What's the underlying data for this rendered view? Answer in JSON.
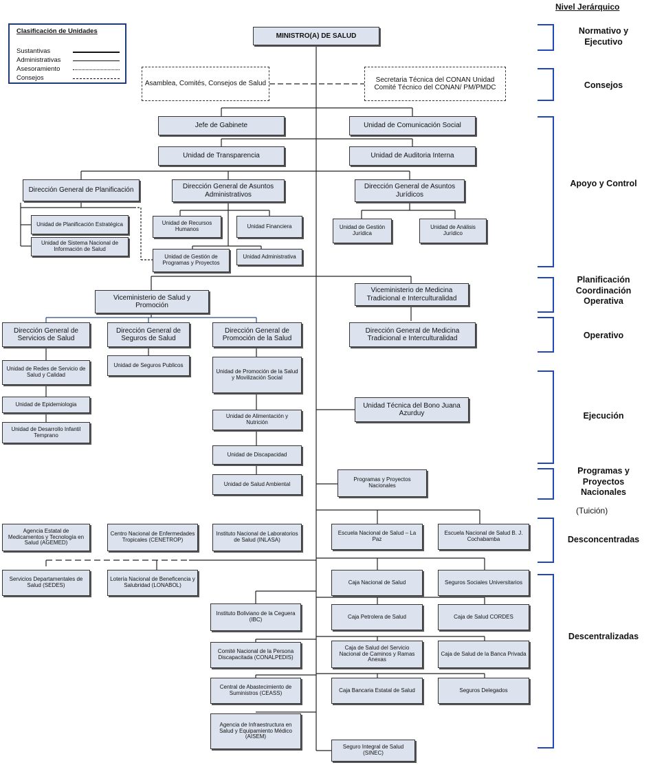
{
  "legend": {
    "title": "Clasificación de Unidades",
    "items": [
      "Sustantivas",
      "Administrativas",
      "Asesoramiento",
      "Consejos"
    ]
  },
  "levels": {
    "header": "Nivel Jerárquico",
    "normativo": "Normativo y Ejecutivo",
    "consejos": "Consejos",
    "apoyo": "Apoyo y Control",
    "planificacion": "Planificación Coordinación Operativa",
    "operativo": "Operativo",
    "ejecucion": "Ejecución",
    "programas": "Programas y Proyectos Nacionales",
    "tuicion": "(Tuición)",
    "desconcentradas": "Desconcentradas",
    "descentralizadas": "Descentralizadas"
  },
  "units": {
    "ministro": "MINISTRO(A) DE SALUD",
    "asamblea": "Asamblea, Comités, Consejos de Salud",
    "conan": "Secretaria Técnica del CONAN Unidad Comité Técnico del CONAN/ PM/PMDC",
    "jefe_gabinete": "Jefe de Gabinete",
    "comunicacion": "Unidad de Comunicación Social",
    "transparencia": "Unidad de Transparencia",
    "auditoria": "Unidad de Auditoria Interna",
    "dg_planificacion": "Dirección General de Planificación",
    "dg_administrativos": "Dirección General de Asuntos Administrativos",
    "dg_juridicos": "Dirección General de Asuntos Jurídicos",
    "u_plan_estrategica": "Unidad de Planificación Estratégica",
    "u_sistema_info": "Unidad de Sistema Nacional de Información de Salud",
    "u_rrhh": "Unidad de Recursos Humanos",
    "u_financiera": "Unidad Financiera",
    "u_gestion_programas": "Unidad de Gestión de Programas y Proyectos",
    "u_administrativa": "Unidad Administrativa",
    "u_gestion_juridica": "Unidad de Gestión Jurídica",
    "u_analisis_juridico": "Unidad de Análisis Jurídico",
    "vm_salud_promocion": "Viceministerio de Salud y Promoción",
    "vm_medicina_tradicional": "Viceministerio de Medicina Tradicional e Interculturalidad",
    "dg_servicios": "Dirección General de Servicios de Salud",
    "dg_seguros": "Dirección General de Seguros de Salud",
    "dg_promocion": "Dirección General de Promoción de la Salud",
    "dg_medicina_tradicional": "Dirección General de Medicina Tradicional e Interculturalidad",
    "u_redes": "Unidad de Redes de Servicio de Salud y Calidad",
    "u_epidemiologia": "Unidad de Epidemiologia",
    "u_desarrollo_infantil": "Unidad de Desarrollo Infantil Temprano",
    "u_seguros_publicos": "Unidad de Seguros Publicos",
    "u_promocion_movilizacion": "Unidad de Promoción de la Salud y Movilización Social",
    "u_alimentacion": "Unidad de Alimentación y Nutrición",
    "u_discapacidad": "Unidad de Discapacidad",
    "u_salud_ambiental": "Unidad de Salud Ambiental",
    "u_bono": "Unidad Técnica del Bono Juana Azurduy",
    "programas_nacionales": "Programas y Proyectos Nacionales",
    "agemed": "Agencia Estatal de Medicamentos y Tecnología en Salud (AGEMED)",
    "cenetrop": "Centro Nacional de Enfermedades Tropicales (CENETROP)",
    "inlasa": "Instituto Nacional de Laboratorios de Salud (INLASA)",
    "escuela_lapaz": "Escuela Nacional de Salud – La Paz",
    "escuela_cbba": "Escuela Nacional de Salud B. J. Cochabamba",
    "sedes": "Servicios Departamentales de Salud (SEDES)",
    "lonabol": "Lotería Nacional de Beneficencia y Salubridad (LONABOL)",
    "caja_nacional": "Caja Nacional de Salud",
    "seguros_universitarios": "Seguros Sociales Universitarios",
    "ibc": "Instituto Boliviano de la Ceguera (IBC)",
    "caja_petrolera": "Caja Petrolera de Salud",
    "caja_cordes": "Caja de Salud CORDES",
    "conalpedis": "Comité Nacional de la Persona Discapacitada (CONALPEDIS)",
    "caja_caminos": "Caja de Salud del Servicio Nacional de Caminos y Ramas Anexas",
    "caja_banca": "Caja de Salud de la Banca Privada",
    "ceass": "Central de Abastecimiento de Suministros (CEASS)",
    "caja_bancaria": "Caja Bancaria Estatal de Salud",
    "seguros_delegados": "Seguros Delegados",
    "aisem": "Agencia de Infraestructura en Salud y Equipamiento Médico (AISEM)",
    "sinec": "Seguro Integral de Salud (SINEC)"
  }
}
